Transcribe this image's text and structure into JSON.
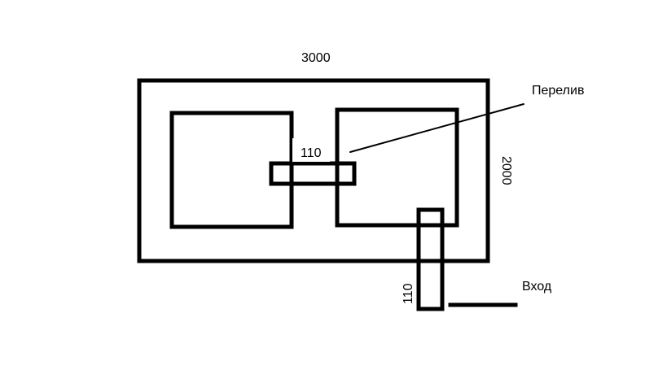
{
  "labels": {
    "width_dim": "3000",
    "height_dim": "2000",
    "overflow": "Перелив",
    "overflow_pipe_dim": "110",
    "inlet": "Вход",
    "inlet_pipe_dim": "110"
  },
  "colors": {
    "ink": "#000000",
    "background": "#ffffff"
  }
}
